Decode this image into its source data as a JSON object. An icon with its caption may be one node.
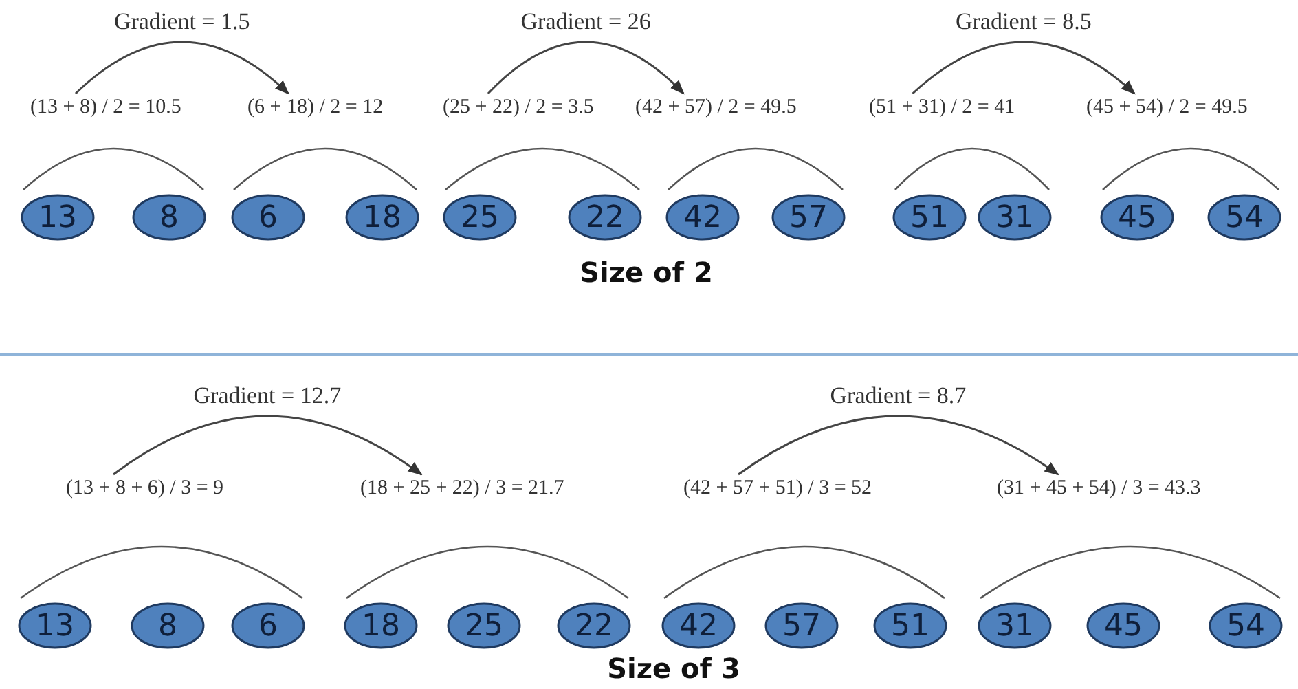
{
  "diagram": {
    "nodes": [
      {
        "text": [
          "(13 + 8) / 2 = 10.5"
        ]
      },
      {
        "text": [
          "(6 + 18) / 2 = 12"
        ]
      },
      {
        "text": [
          "(25 + 22) / 2 = 3.5"
        ]
      },
      {
        "text": [
          "(42 + 57) / 2 = 49.5"
        ]
      },
      {
        "text": [
          "(51 + 31) / 2 = 41"
        ]
      },
      {
        "text": [
          "(45 + 54) / 2 = 49.5"
        ]
      },
      {
        "text": [
          "13"
        ]
      },
      {
        "text": [
          "8"
        ]
      },
      {
        "text": [
          "6"
        ]
      },
      {
        "text": [
          "18"
        ]
      },
      {
        "text": [
          "25"
        ]
      },
      {
        "text": [
          "22"
        ]
      },
      {
        "text": [
          "42"
        ]
      },
      {
        "text": [
          "57"
        ]
      },
      {
        "text": [
          "51"
        ]
      },
      {
        "text": [
          "31"
        ]
      },
      {
        "text": [
          "45"
        ]
      },
      {
        "text": [
          "54"
        ]
      },
      {
        "text": [
          "(13 + 8 + 6) / 3 = 9"
        ]
      },
      {
        "text": [
          "(18 + 25 + 22) / 3 = 21.7"
        ]
      },
      {
        "text": [
          "(42 + 57 + 51) / 3 = 52"
        ]
      },
      {
        "text": [
          "(31 + 45 + 54) / 3 = 43.3"
        ]
      },
      {
        "text": [
          "13"
        ]
      },
      {
        "text": [
          "8"
        ]
      },
      {
        "text": [
          "6"
        ]
      },
      {
        "text": [
          "18"
        ]
      },
      {
        "text": [
          "25"
        ]
      },
      {
        "text": [
          "22"
        ]
      },
      {
        "text": [
          "42"
        ]
      },
      {
        "text": [
          "57"
        ]
      },
      {
        "text": [
          "51"
        ]
      },
      {
        "text": [
          "31"
        ]
      },
      {
        "text": [
          "45"
        ]
      },
      {
        "text": [
          "54"
        ]
      }
    ],
    "edges": [
      {
        "from": 0,
        "to": 1,
        "arrow": "to",
        "label": "Gradient = 1.5"
      },
      {
        "from": 2,
        "to": 3,
        "arrow": "to",
        "label": "Gradient = 26"
      },
      {
        "from": 4,
        "to": 5,
        "arrow": "to",
        "label": "Gradient = 8.5"
      },
      {
        "from": 18,
        "to": 19,
        "arrow": "to",
        "label": "Gradient = 12.7"
      },
      {
        "from": 20,
        "to": 21,
        "arrow": "to",
        "label": "Gradient = 8.7"
      }
    ],
    "labels": [
      "Size of 2",
      "Size of 3"
    ]
  }
}
